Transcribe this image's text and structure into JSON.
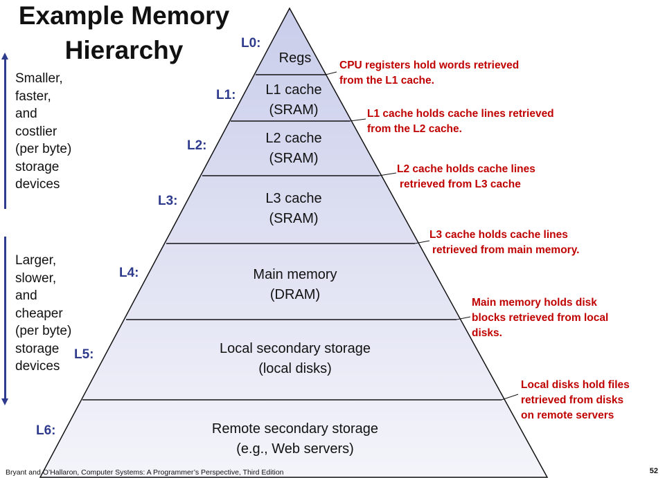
{
  "title": {
    "line1": "Example Memory",
    "line2": "Hierarchy"
  },
  "side_top": [
    "Smaller,",
    "faster,",
    "and",
    "costlier",
    "(per byte)",
    "storage",
    "devices"
  ],
  "side_bottom": [
    "Larger,",
    "slower,",
    "and",
    "cheaper",
    "(per byte)",
    "storage",
    "devices"
  ],
  "levels": [
    {
      "tag": "L0:",
      "line1": "Regs",
      "line2": "",
      "note": [
        "CPU registers hold words retrieved",
        "from the L1 cache."
      ]
    },
    {
      "tag": "L1:",
      "line1": "L1 cache",
      "line2": "(SRAM)",
      "note": [
        "L1 cache holds cache lines retrieved",
        "from the L2 cache."
      ]
    },
    {
      "tag": "L2:",
      "line1": "L2 cache",
      "line2": "(SRAM)",
      "note": [
        "L2 cache holds cache lines",
        "retrieved from L3 cache"
      ]
    },
    {
      "tag": "L3:",
      "line1": "L3 cache",
      "line2": "(SRAM)",
      "note": [
        "L3 cache holds cache lines",
        "retrieved from main memory."
      ]
    },
    {
      "tag": "L4:",
      "line1": "Main memory",
      "line2": "(DRAM)",
      "note": [
        "Main memory holds disk",
        "blocks retrieved from local",
        "disks."
      ]
    },
    {
      "tag": "L5:",
      "line1": "Local secondary storage",
      "line2": "(local disks)",
      "note": [
        "Local disks hold files",
        "retrieved from disks",
        "on remote servers"
      ]
    },
    {
      "tag": "L6:",
      "line1": "Remote secondary storage",
      "line2": "(e.g., Web servers)",
      "note": []
    }
  ],
  "footer": "Bryant and O’Hallaron, Computer Systems: A Programmer’s Perspective, Third Edition",
  "page_number": "52",
  "colors": {
    "level_tag": "#2e3a8c",
    "note": "#c00000",
    "fill_top": "#c9cdea",
    "fill_bottom": "#f4f4fa"
  }
}
